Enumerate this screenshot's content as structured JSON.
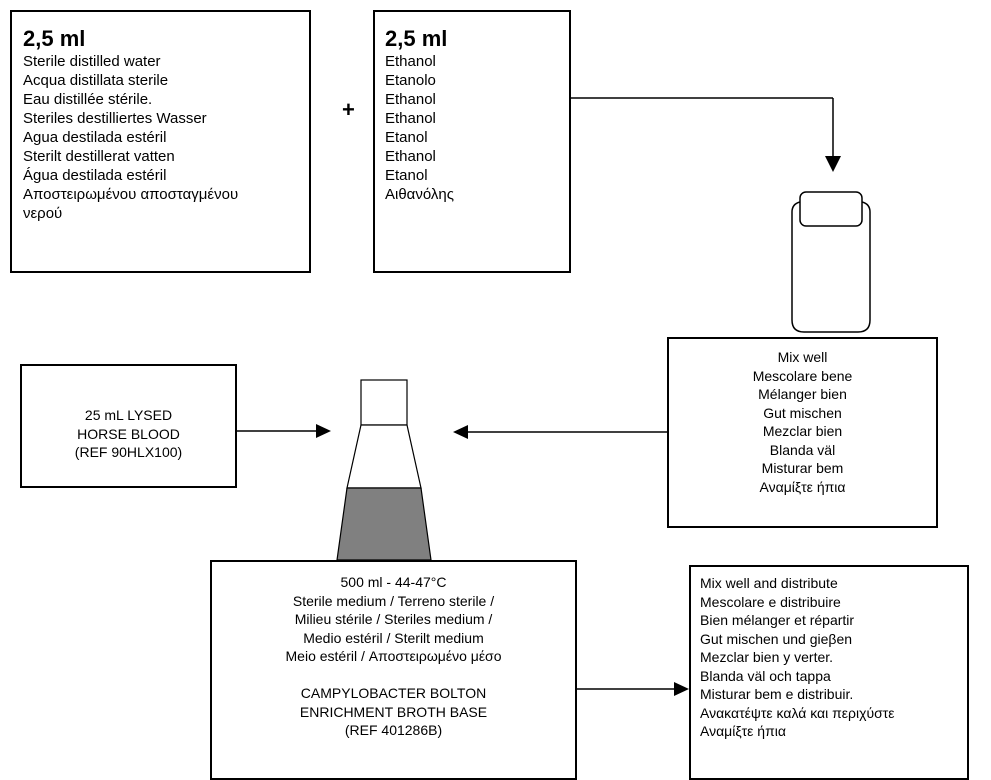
{
  "water_box": {
    "volume": "2,5 ml",
    "lines": [
      "Sterile distilled water",
      "Acqua distillata sterile",
      "Eau distillée stérile.",
      "Steriles destilliertes Wasser",
      "Agua destilada estéril",
      "Sterilt destillerat vatten",
      "Água destilada estéril",
      "Αποστειρωμένου αποσταγμένου",
      "νερού"
    ]
  },
  "plus_sign": "+",
  "ethanol_box": {
    "volume": "2,5 ml",
    "lines": [
      "Ethanol",
      "Etanolo",
      "Ethanol",
      "Ethanol",
      "Etanol",
      "Ethanol",
      "Etanol",
      "Αιθανόλης"
    ]
  },
  "mix_box": {
    "lines": [
      "Mix well",
      "Mescolare bene",
      "Mélanger bien",
      "Gut mischen",
      "Mezclar bien",
      "Blanda väl",
      "Misturar bem",
      "Αναμίξτε ήπια"
    ]
  },
  "blood_box": {
    "lines": [
      "25 mL LYSED",
      "HORSE BLOOD",
      "(REF 90HLX100)"
    ]
  },
  "medium_box": {
    "lines": [
      "500 ml  - 44-47°C",
      "Sterile medium / Terreno sterile /",
      "Milieu stérile / Steriles medium /",
      "Medio estéril / Sterilt medium",
      "Meio estéril /  Αποστειρωμένο μέσο",
      "",
      "CAMPYLOBACTER BOLTON",
      "ENRICHMENT BROTH BASE",
      "(REF 401286B)"
    ]
  },
  "distribute_box": {
    "lines": [
      "Mix well and distribute",
      "Mescolare e distribuire",
      "Bien mélanger et répartir",
      "Gut mischen und gieβen",
      "Mezclar bien y verter.",
      "Blanda väl och tappa",
      "Misturar bem e distribuir.",
      "Ανακατέψτε καλά και περιχύστε",
      "Αναμίξτε ήπια"
    ]
  },
  "colors": {
    "line": "#000000",
    "medium_fill": "#808080",
    "background": "#ffffff"
  }
}
